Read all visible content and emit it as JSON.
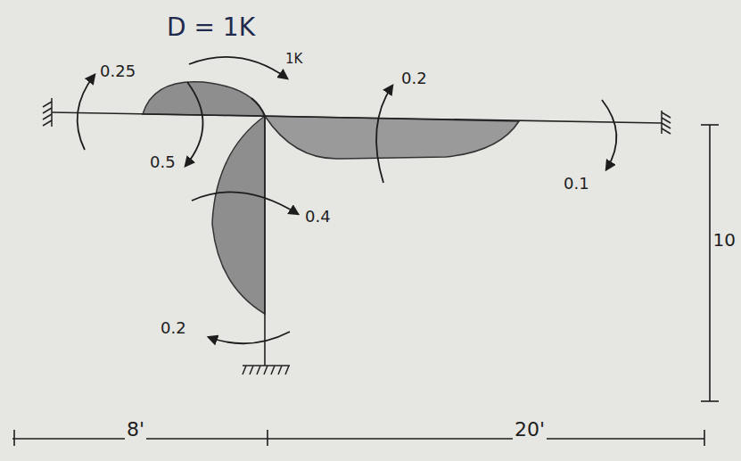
{
  "diagram": {
    "labels": [
      "D = 1K",
      "1K",
      "0.25",
      "0.5",
      "0.2",
      "0.1",
      "0.4",
      "0.2",
      "10",
      "8'",
      "20'"
    ]
  }
}
